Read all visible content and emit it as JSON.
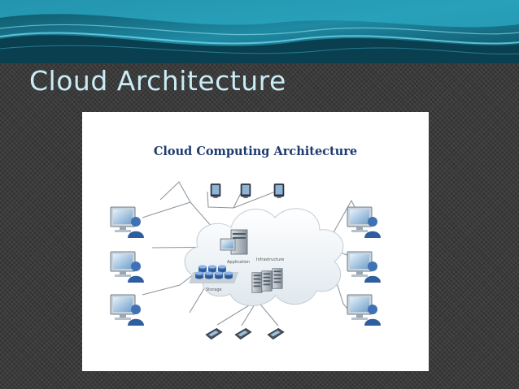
{
  "slide": {
    "title": "Cloud Architecture",
    "accent_colors": {
      "banner_dark": "#0d5a6e",
      "banner_light": "#3fb8cf",
      "title_text": "#c9ecf5"
    }
  },
  "diagram": {
    "title": "Cloud Computing Architecture",
    "cloud_labels": {
      "application": "Application",
      "infrastructure": "Infrastructure",
      "storage": "Storage"
    },
    "nodes": {
      "top": [
        "tablet-icon",
        "tablet-icon",
        "tablet-icon"
      ],
      "left": [
        "user-computer-icon",
        "user-computer-icon",
        "user-computer-icon"
      ],
      "right": [
        "user-computer-icon",
        "user-computer-icon",
        "user-computer-icon"
      ],
      "bottom": [
        "mobile-phone-icon",
        "mobile-phone-icon",
        "mobile-phone-icon"
      ]
    }
  }
}
